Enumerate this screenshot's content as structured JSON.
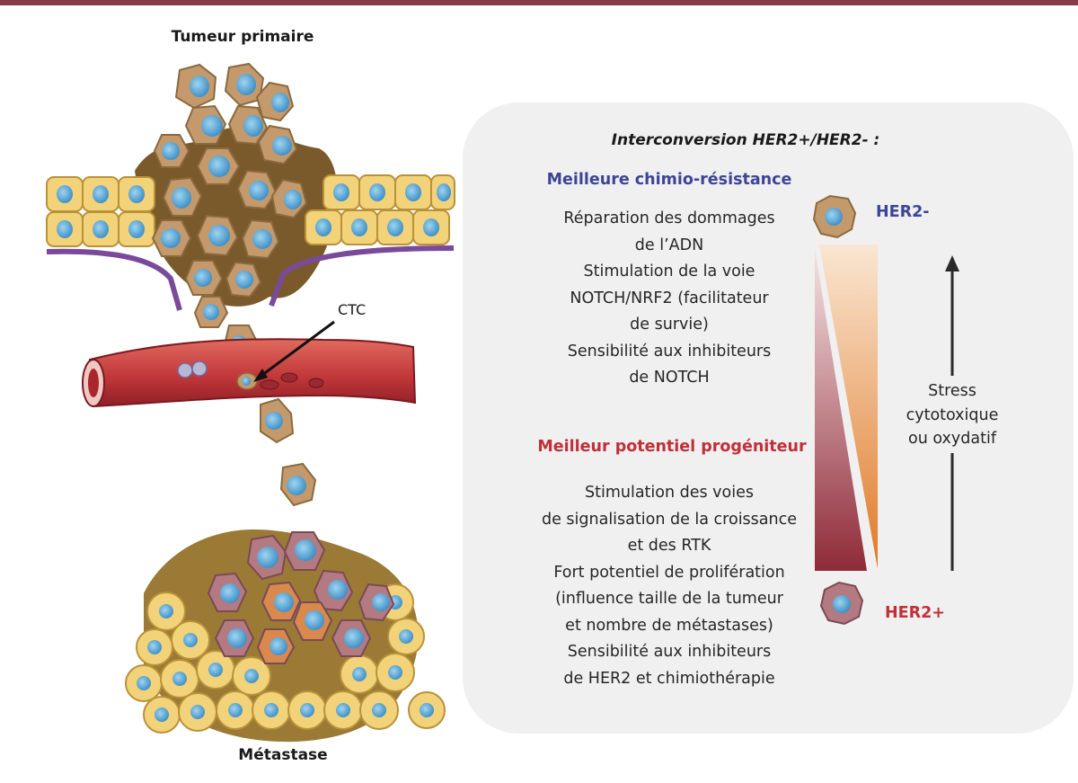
{
  "diagram": {
    "top_label": "Tumeur primaire",
    "bottom_label": "Métastase",
    "ctc_label": "CTC"
  },
  "panel": {
    "title": "Interconversion HER2+/HER2- :",
    "chemo_heading": "Meilleure chimio-résistance",
    "chemo_lines": [
      "Réparation des dommages",
      "de l’ADN",
      "Stimulation de la voie",
      "NOTCH/NRF2 (facilitateur",
      "de survie)",
      "Sensibilité aux inhibiteurs",
      "de NOTCH"
    ],
    "progenitor_heading": "Meilleur potentiel progéniteur",
    "progenitor_lines": [
      "Stimulation des voies",
      "de signalisation de la croissance",
      "et des RTK",
      "Fort potentiel de prolifération",
      "(influence taille de la tumeur",
      "et nombre de métastases)",
      "Sensibilité aux inhibiteurs",
      "de HER2 et chimiothérapie"
    ],
    "her2_negative_label": "HER2-",
    "her2_positive_label": "HER2+",
    "stress_lines": [
      "Stress",
      "cytotoxique",
      "ou oxydatif"
    ]
  },
  "colors": {
    "top_bar": "#8a3a4a",
    "chemo_heading": "#3d4696",
    "progenitor_heading": "#c03036",
    "panel_background": "#f0f0f1",
    "pink_gradient_top": "#f5e4e4",
    "pink_gradient_bottom": "#8f2a38",
    "orange_gradient_top": "#f9e6d2",
    "orange_gradient_bottom": "#e07a28",
    "vessel": "#c2383a",
    "tumor_cell": "#c49a6c",
    "nucleus": "#4a9fd0",
    "normal_cell": "#f3d37a",
    "metastasis_cell": "#b47a82",
    "basement_membrane": "#7a4a9a"
  }
}
